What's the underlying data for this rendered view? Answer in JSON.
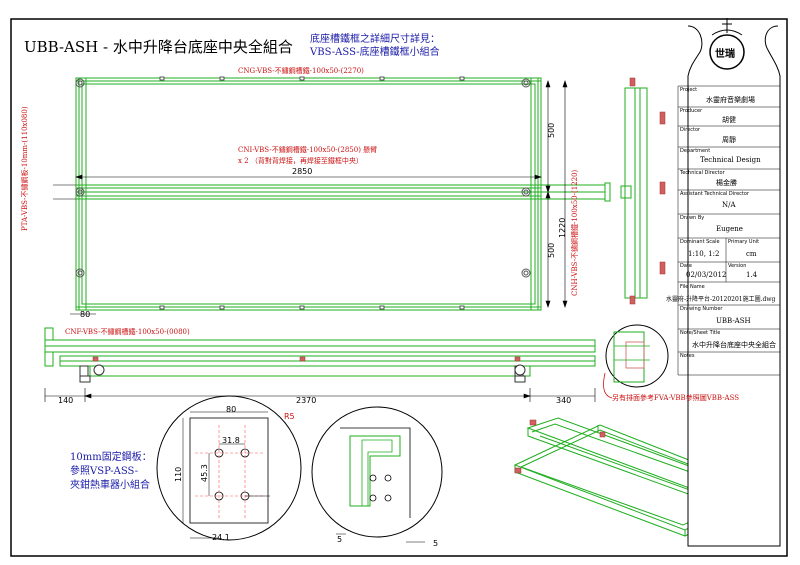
{
  "title": "UBB-ASH - 水中升降台底座中央全組合",
  "top_note": {
    "line1": "底座槽鐵框之詳細尺寸詳見：",
    "line2": "VBS-ASS-底座槽鐵框小組合"
  },
  "labels": {
    "cng": "CNG-VBS-不鏽鋼槽鐵-100x50-(2270)",
    "cni": "CNI-VBS-不鏽鋼槽鐵-100x50-(2850) 懸臂",
    "cni_qty": "x 2 （背對背焊接，再焊接至鐵框中央）",
    "pta": "PTA-VBS-不鏽鋼板-10mm-(110x080)",
    "cnh": "CNH-VBS-不鏽鋼槽鐵-100x50-(1220)",
    "cnf": "CNF-VBS-不鏽鋼槽鐵-100x50-(0080)",
    "fva": "另有排面參考FVA-VBB參照圖VBB-ASS",
    "plate_note_1": "10mm固定鋼板：",
    "plate_note_2": "參照VSP-ASS-",
    "plate_note_3": "夾鉗熱車器小組合"
  },
  "dimensions": {
    "d2850": "2850",
    "d500a": "500",
    "d500b": "500",
    "d1220": "1220",
    "d80": "80",
    "d140": "140",
    "d2370": "2370",
    "d340": "340",
    "d80b": "80",
    "r5": "R5",
    "d31_8": "31.8",
    "d45_3": "45.3",
    "d110": "110",
    "d24_1": "24.1",
    "d5a": "5",
    "d5b": "5"
  },
  "title_block": {
    "logo": "世瑞",
    "project_label": "Project",
    "project": "水靈府音樂劇場",
    "producer_label": "Producer",
    "producer": "胡健",
    "director_label": "Director",
    "director": "周靜",
    "department_label": "Department",
    "department": "Technical Design",
    "tech_director_label": "Technical Director",
    "tech_director": "楊金勝",
    "asst_director_label": "Assistant Technical Director",
    "asst_director": "N/A",
    "drawn_by_label": "Drawn By",
    "drawn_by": "Eugene",
    "scale_label": "Dominant Scale",
    "scale": "1:10, 1:2",
    "unit_label": "Primary Unit",
    "unit": "cm",
    "date_label": "Date",
    "date": "02/03/2012",
    "version_label": "Version",
    "version": "1.4",
    "file_label": "File Name",
    "file": "水靈府-升降平台-20120201施工圖.dwg",
    "drawing_no_label": "Drawing Number",
    "drawing_no": "UBB-ASH",
    "sheet_title_label": "Note/Sheet Title",
    "sheet_title": "水中升降台底座中央全組合",
    "notes_label": "Notes"
  },
  "colors": {
    "steel": "#1fae1f",
    "dimension": "#000000",
    "note": "#1a1aa8",
    "callout": "#cc1010",
    "pad": "#d06060"
  }
}
